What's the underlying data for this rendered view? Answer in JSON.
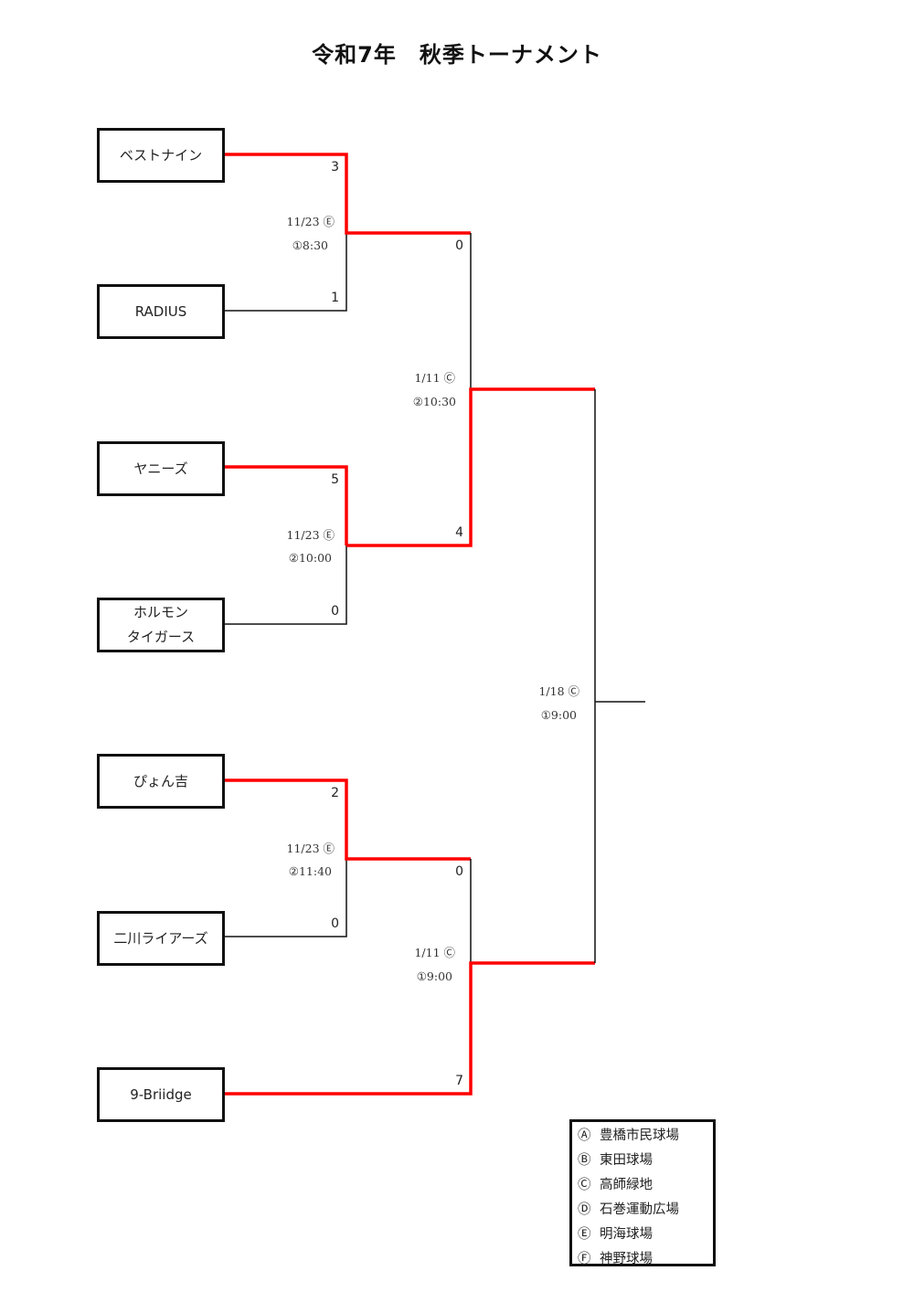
{
  "title": "令和7年　秋季トーナメント",
  "teams": [
    {
      "name": "ベストナイン"
    },
    {
      "name": "RADIUS"
    },
    {
      "name": "ヤニーズ"
    },
    {
      "name": "ホルモン\nタイガース"
    },
    {
      "name": "ぴょん吉"
    },
    {
      "name": "二川ライアーズ"
    },
    {
      "name": "9-Briidge"
    }
  ],
  "matches": [
    {
      "id": "r1m1",
      "date": "11/23 Ⓔ",
      "slot": "①8:30",
      "score_top": "3",
      "score_bottom": "1",
      "winner": "top"
    },
    {
      "id": "r1m2",
      "date": "11/23 Ⓔ",
      "slot": "②10:00",
      "score_top": "5",
      "score_bottom": "0",
      "winner": "top"
    },
    {
      "id": "r1m3",
      "date": "11/23 Ⓔ",
      "slot": "②11:40",
      "score_top": "2",
      "score_bottom": "0",
      "winner": "top"
    },
    {
      "id": "r2m1",
      "date": "1/11 Ⓒ",
      "slot": "②10:30",
      "score_top": "0",
      "score_bottom": "4",
      "winner": "bottom"
    },
    {
      "id": "r2m2",
      "date": "1/11 Ⓒ",
      "slot": "①9:00",
      "score_top": "0",
      "score_bottom": "7",
      "winner": "bottom"
    },
    {
      "id": "final",
      "date": "1/18 Ⓒ",
      "slot": "①9:00",
      "score_top": "",
      "score_bottom": "",
      "winner": ""
    }
  ],
  "legend": [
    {
      "mark": "Ⓐ",
      "venue": "豊橋市民球場"
    },
    {
      "mark": "Ⓑ",
      "venue": "東田球場"
    },
    {
      "mark": "Ⓒ",
      "venue": "高師緑地"
    },
    {
      "mark": "Ⓓ",
      "venue": "石巻運動広場"
    },
    {
      "mark": "Ⓔ",
      "venue": "明海球場"
    },
    {
      "mark": "Ⓕ",
      "venue": "神野球場"
    }
  ],
  "colors": {
    "winner_line": "#ff0000",
    "line": "#111111"
  }
}
